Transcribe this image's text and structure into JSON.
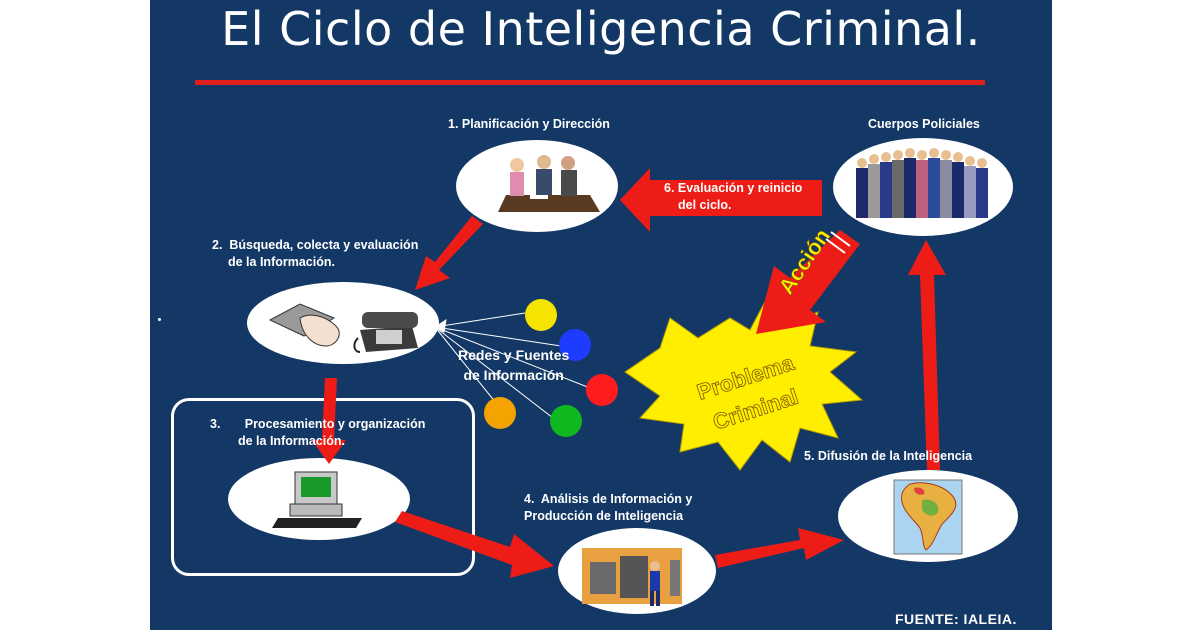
{
  "title": "El Ciclo de Inteligencia Criminal.",
  "steps": {
    "s1": "1.  Planificación y Dirección",
    "s2a": "2.  Búsqueda, colecta y evaluación",
    "s2b": "de la Información.",
    "s3a": "3.       Procesamiento y organización",
    "s3b": "de la Información.",
    "s4a": "4.  Análisis de Información y",
    "s4b": "Producción de Inteligencia",
    "s5": "5.  Difusión de la Inteligencia",
    "s6a": "6. Evaluación y reinicio",
    "s6b": "del ciclo."
  },
  "police": "Cuerpos Policiales",
  "networks_a": "Redes y Fuentes",
  "networks_b": "de Información",
  "action": "Acción",
  "problem_a": "Problema",
  "problem_b": "Criminal",
  "source": "FUENTE:  IALEIA.",
  "icons": [
    "meeting-icon",
    "police-group-icon",
    "hand-book-icon",
    "telephone-icon",
    "computer-icon",
    "analyst-machine-icon",
    "south-america-map-icon"
  ],
  "colors": {
    "background": "#143866",
    "arrow": "#ee1c16",
    "starburst": "#ffee00",
    "title_rule": "#e01e1e"
  }
}
